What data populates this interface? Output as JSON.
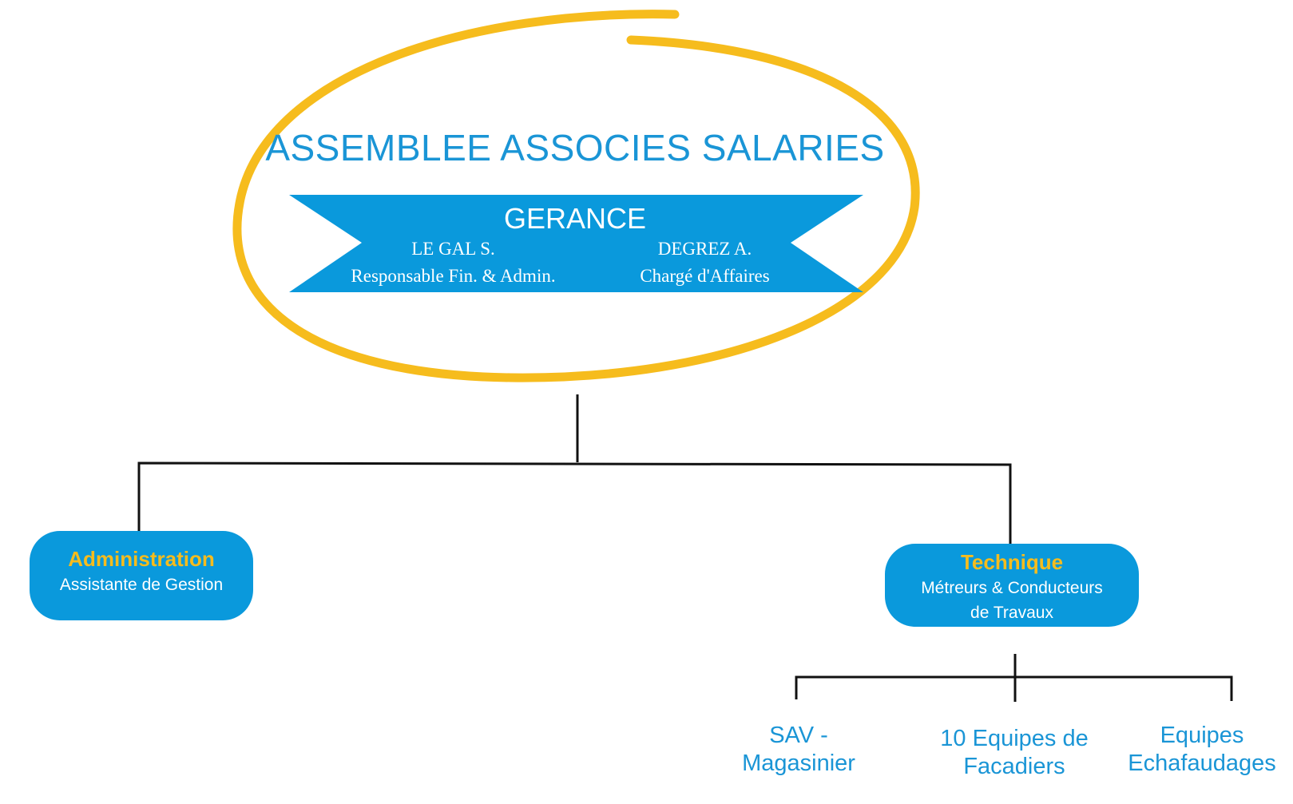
{
  "title": "ASSEMBLEE ASSOCIES SALARIES",
  "gerance": {
    "label": "GERANCE",
    "people": [
      {
        "name": "LE GAL S.",
        "role": "Responsable Fin. & Admin."
      },
      {
        "name": "DEGREZ A.",
        "role": "Chargé d'Affaires"
      }
    ]
  },
  "departments": {
    "administration": {
      "head": "Administration",
      "sub": "Assistante de Gestion"
    },
    "technique": {
      "head": "Technique",
      "sub_line1": "Métreurs & Conducteurs",
      "sub_line2": "de Travaux"
    }
  },
  "teams": [
    {
      "line1": "SAV -",
      "line2": "Magasinier"
    },
    {
      "line1": "10 Equipes de",
      "line2": "Facadiers"
    },
    {
      "line1": "Equipes",
      "line2": "Echafaudages"
    }
  ],
  "colors": {
    "accent_blue": "#0a99dc",
    "text_blue": "#1a95d6",
    "highlight_yellow": "#f6bc1d",
    "connector": "#111111"
  }
}
